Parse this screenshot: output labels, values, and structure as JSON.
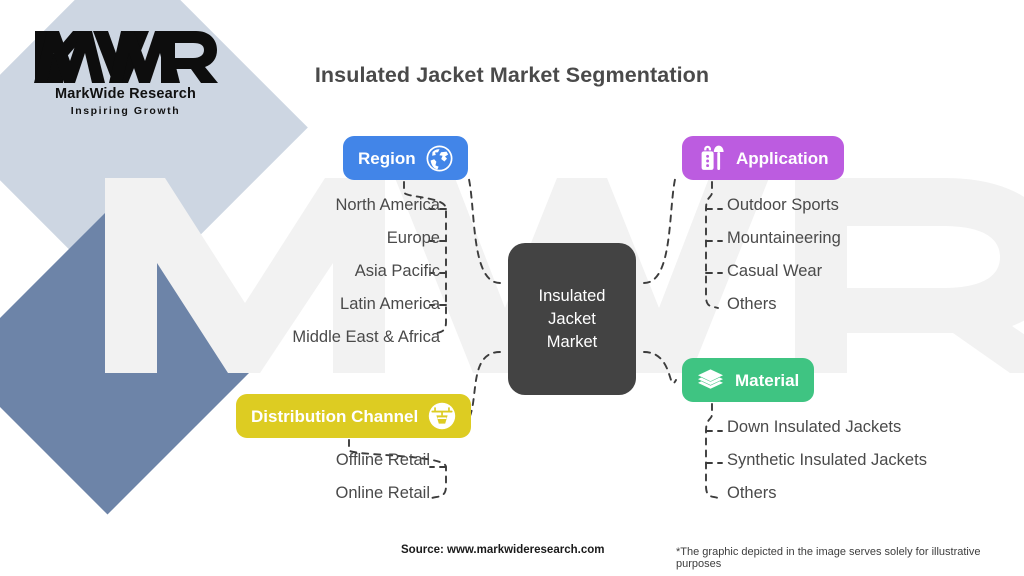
{
  "brand": {
    "logo_icon": "mwr-monogram-icon",
    "name": "MarkWide Research",
    "tagline": "Inspiring Growth",
    "watermark_text": "MWR"
  },
  "title": "Insulated Jacket Market Segmentation",
  "center_node": {
    "label": "Insulated Jacket Market",
    "line1": "Insulated",
    "line2": "Jacket",
    "line3": "Market",
    "color": "#434343"
  },
  "branches": [
    {
      "id": "region",
      "label": "Region",
      "icon": "globe-icon",
      "color": "#4285e8",
      "icon_side": "right",
      "items": [
        "North America",
        "Europe",
        "Asia Pacific",
        "Latin America",
        "Middle East & Africa"
      ]
    },
    {
      "id": "application",
      "label": "Application",
      "icon": "clothing-icon",
      "color": "#bc5ce0",
      "icon_side": "left",
      "items": [
        "Outdoor Sports",
        "Mountaineering",
        "Casual Wear",
        "Others"
      ]
    },
    {
      "id": "material",
      "label": "Material",
      "icon": "layers-icon",
      "color": "#3fc482",
      "icon_side": "left",
      "items": [
        "Down Insulated Jackets",
        "Synthetic Insulated Jackets",
        "Others"
      ]
    },
    {
      "id": "distribution",
      "label": "Distribution Channel",
      "icon": "delivery-drone-icon",
      "color": "#ddcc22",
      "icon_side": "right",
      "items": [
        "Offline Retail",
        "Online Retail"
      ]
    }
  ],
  "footer": {
    "source": "Source: www.markwideresearch.com",
    "disclaimer": "*The graphic depicted in the image serves solely for illustrative purposes"
  },
  "decor": {
    "square_light_color": "#c4cfdd",
    "square_dark_color": "#6d84a8",
    "watermark_color": "#f2f2f2",
    "connector_color": "#3c3c3c"
  }
}
